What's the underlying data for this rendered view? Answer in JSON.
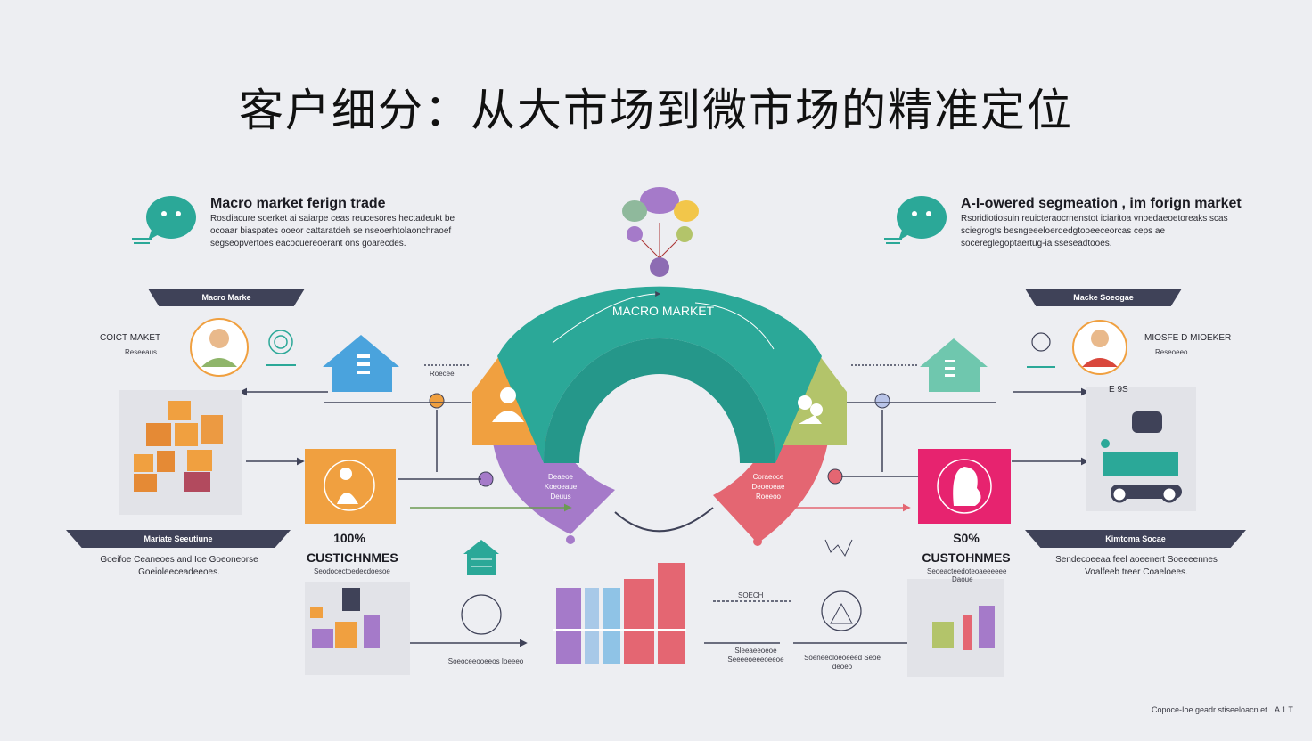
{
  "title": "客户细分：从大市场到微市场的精准定位",
  "left_header": {
    "title": "Macro market ferign trade",
    "text": "Rosdiacure soerket ai saiarpe ceas reucesores hectadeukt be ocoaar biaspates ooeor cattaratdeh se nseoerhtolaonchraoef segseopvertoes eacocuereoerant ons goarecdes."
  },
  "right_header": {
    "title": "A-I-owered segmeation , im forign market",
    "text": "Rsoridiotiosuin reuicteraocrnenstot iciaritoa vnoedaeoetoreaks scas sciegrogts besngeeeloerdedgtooeeceorcas ceps ae socereglegoptaertug-ia sseseadtooes."
  },
  "left_banner": "Macro Marke",
  "right_banner": "Macke Soeogae",
  "left_lower_banner": "Mariate Seeutiune",
  "right_lower_banner": "Kimtoma Socae",
  "left_label": "COICT MAKET",
  "left_label_sub": "Reseeaus",
  "right_label": "MIOSFE D MIOEKER",
  "right_label_sub": "Reseoeeo",
  "center_arc_label": "MACRO MARKET",
  "left_small_label": "Roecee",
  "left_desc": "Goeifoe Ceaneoes and Ioe Goeoneorse Goeioleeceadeeoes.",
  "right_desc": "Sendecoeeaa feel aoeenert Soeeeennes Voalfeeb treer Coaeloees.",
  "left_stat_value": "100%",
  "left_stat_label": "CUSTICHNMES",
  "left_stat_sub": "Seodocectoedecdoesoe",
  "right_stat_value": "S0%",
  "right_stat_label": "CUSTOHNMES",
  "right_stat_sub": "Seoeacteedoteoaeeeeee",
  "right_stat_sub2": "Daoue",
  "left_petal_label": "Deaeoe Koeoeaue Deuus",
  "right_petal_label": "Coraeoce Deoeoeae Roeeoo",
  "right_side_label": "E 9S",
  "bottom_center_label": "Soeoceeooeeos Ioeeeo",
  "bottom_right_a_top": "SOECH",
  "bottom_right_a": "Sleeaeeoeoe Seeeeoeeeoeeoe",
  "bottom_right_b": "Soeneeoloeoeeed Seoe deoeo",
  "footer_note": "Copoce-Ioe geadr stiseeloacn et",
  "footer_page": "A 1 T",
  "colors": {
    "teal": "#2ba898",
    "orange": "#f0a040",
    "olive": "#b3c46a",
    "purple": "#a57ac9",
    "coral": "#e46672",
    "magenta": "#e7236f",
    "blue": "#4aa3dd",
    "banner": "#3f4258"
  },
  "icons": [
    "chat-bubble-icon",
    "house-icon",
    "person-avatar-icon",
    "target-icon",
    "people-icon",
    "rocket-icon",
    "balloon-cluster-icon",
    "bar-chart-icon",
    "scooter-icon"
  ]
}
